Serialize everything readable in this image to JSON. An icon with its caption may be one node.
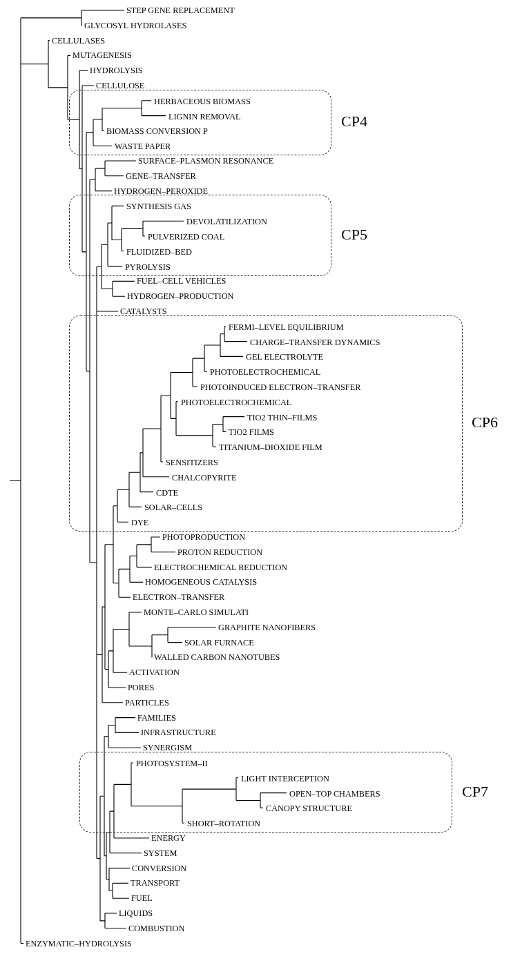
{
  "diagram": {
    "nodes": [
      {
        "text": [
          "STEP GENE REPLACEMENT"
        ]
      },
      {
        "text": [
          "GLYCOSYL HYDROLASES"
        ]
      },
      {
        "text": [
          "CELLULASES"
        ]
      },
      {
        "text": [
          "MUTAGENESIS"
        ]
      },
      {
        "text": [
          "HYDROLYSIS"
        ]
      },
      {
        "text": [
          "CELLULOSE"
        ]
      },
      {
        "text": [
          "CP4"
        ]
      },
      {
        "text": [
          "HERBACEOUS BIOMASS"
        ],
        "in": 6
      },
      {
        "text": [
          "LIGNIN REMOVAL"
        ],
        "in": 6
      },
      {
        "text": [
          "BIOMASS CONVERSION P"
        ],
        "in": 6
      },
      {
        "text": [
          "WASTE PAPER"
        ],
        "in": 6
      },
      {
        "text": [
          "SURFACE–PLASMON RESONANCE"
        ]
      },
      {
        "text": [
          "GENE–TRANSFER"
        ]
      },
      {
        "text": [
          "HYDROGEN–PEROXIDE"
        ]
      },
      {
        "text": [
          "CP5"
        ]
      },
      {
        "text": [
          "SYNTHESIS GAS"
        ],
        "in": 14
      },
      {
        "text": [
          "DEVOLATILIZATION"
        ],
        "in": 14
      },
      {
        "text": [
          "PULVERIZED COAL"
        ],
        "in": 14
      },
      {
        "text": [
          "FLUIDIZED–BED"
        ],
        "in": 14
      },
      {
        "text": [
          "PYROLYSIS"
        ],
        "in": 14
      },
      {
        "text": [
          "FUEL–CELL VEHICLES"
        ]
      },
      {
        "text": [
          "HYDROGEN–PRODUCTION"
        ]
      },
      {
        "text": [
          "CATALYSTS"
        ]
      },
      {
        "text": [
          "CP6"
        ]
      },
      {
        "text": [
          "FERMI–LEVEL EQUILIBRIUM"
        ],
        "in": 23
      },
      {
        "text": [
          "CHARGE–TRANSFER DYNAMICS"
        ],
        "in": 23
      },
      {
        "text": [
          "GEL ELECTROLYTE"
        ],
        "in": 23
      },
      {
        "text": [
          "PHOTOELECTROCHEMICAL"
        ],
        "in": 23
      },
      {
        "text": [
          "PHOTOINDUCED ELECTRON–TRANSFER"
        ],
        "in": 23
      },
      {
        "text": [
          "PHOTOELECTROCHEMICAL"
        ],
        "in": 23
      },
      {
        "text": [
          "TIO2 THIN–FILMS"
        ],
        "in": 23
      },
      {
        "text": [
          "TIO2 FILMS"
        ],
        "in": 23
      },
      {
        "text": [
          "TITANIUM–DIOXIDE FILM"
        ],
        "in": 23
      },
      {
        "text": [
          "SENSITIZERS"
        ],
        "in": 23
      },
      {
        "text": [
          "CHALCOPYRITE"
        ],
        "in": 23
      },
      {
        "text": [
          "CDTE"
        ],
        "in": 23
      },
      {
        "text": [
          "SOLAR–CELLS"
        ],
        "in": 23
      },
      {
        "text": [
          "DYE"
        ],
        "in": 23
      },
      {
        "text": [
          "PHOTOPRODUCTION"
        ]
      },
      {
        "text": [
          "PROTON REDUCTION"
        ]
      },
      {
        "text": [
          "ELECTROCHEMICAL REDUCTION"
        ]
      },
      {
        "text": [
          "HOMOGENEOUS CATALYSIS"
        ]
      },
      {
        "text": [
          "ELECTRON–TRANSFER"
        ]
      },
      {
        "text": [
          "MONTE–CARLO SIMULATI"
        ]
      },
      {
        "text": [
          "GRAPHITE NANOFIBERS"
        ]
      },
      {
        "text": [
          "SOLAR FURNACE"
        ]
      },
      {
        "text": [
          "WALLED CARBON NANOTUBES"
        ]
      },
      {
        "text": [
          "ACTIVATION"
        ]
      },
      {
        "text": [
          "PORES"
        ]
      },
      {
        "text": [
          "PARTICLES"
        ]
      },
      {
        "text": [
          "FAMILIES"
        ]
      },
      {
        "text": [
          "INFRASTRUCTURE"
        ]
      },
      {
        "text": [
          "SYNERGISM"
        ]
      },
      {
        "text": [
          "CP7"
        ]
      },
      {
        "text": [
          "PHOTOSYSTEM–II"
        ],
        "in": 53
      },
      {
        "text": [
          "LIGHT INTERCEPTION"
        ],
        "in": 53
      },
      {
        "text": [
          "OPEN–TOP CHAMBERS"
        ],
        "in": 53
      },
      {
        "text": [
          "CANOPY STRUCTURE"
        ],
        "in": 53
      },
      {
        "text": [
          "SHORT–ROTATION"
        ],
        "in": 53
      },
      {
        "text": [
          "ENERGY"
        ]
      },
      {
        "text": [
          "SYSTEM"
        ]
      },
      {
        "text": [
          "CONVERSION"
        ]
      },
      {
        "text": [
          "TRANSPORT"
        ]
      },
      {
        "text": [
          "FUEL"
        ]
      },
      {
        "text": [
          "LIQUIDS"
        ]
      },
      {
        "text": [
          "COMBUSTION"
        ]
      },
      {
        "text": [
          "ENZYMATIC–HYDROLYSIS"
        ]
      }
    ]
  }
}
